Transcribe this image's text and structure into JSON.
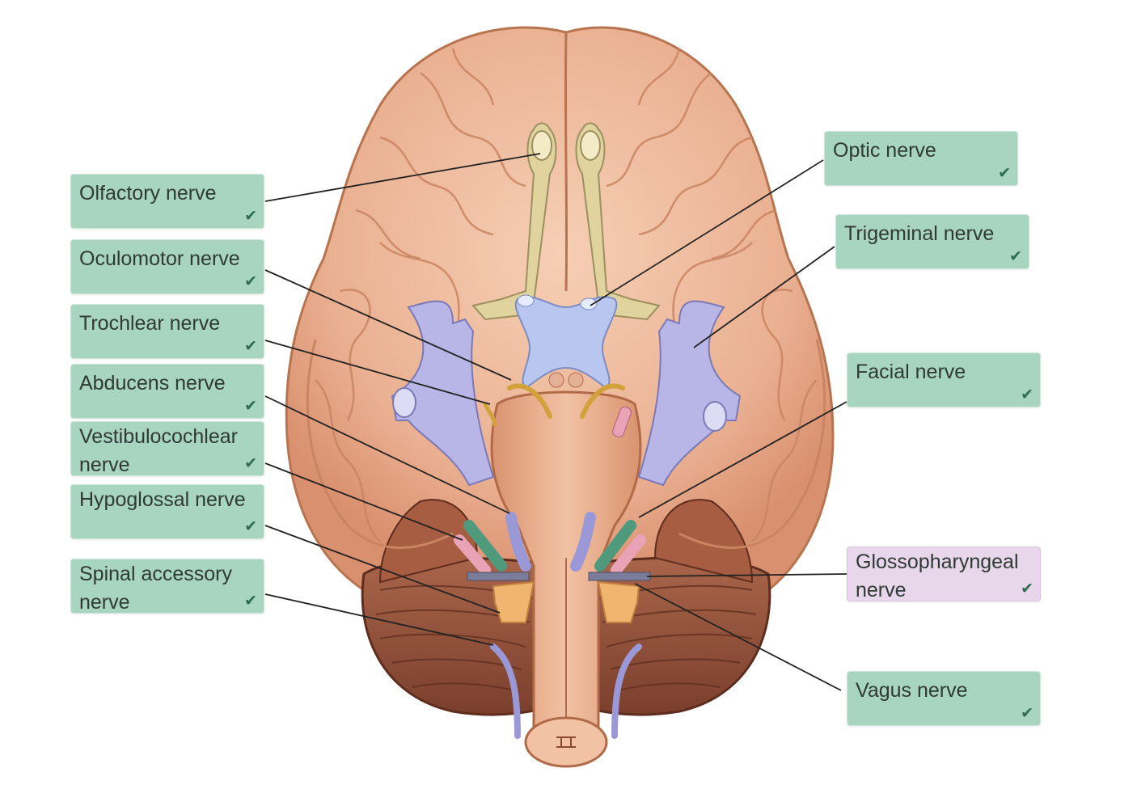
{
  "colors": {
    "correct_bg": "#a8d5bf",
    "selected_bg": "#e8d6ea",
    "check": "#2e6b4f",
    "leader_line": "#222222"
  },
  "labels": [
    {
      "id": "olfactory",
      "text": "Olfactory nerve",
      "state": "correct",
      "icon": "check-icon"
    },
    {
      "id": "oculomotor",
      "text": "Oculomotor nerve",
      "state": "correct",
      "icon": "check-icon"
    },
    {
      "id": "trochlear",
      "text": "Trochlear nerve",
      "state": "correct",
      "icon": "check-icon"
    },
    {
      "id": "abducens",
      "text": "Abducens nerve",
      "state": "correct",
      "icon": "check-icon"
    },
    {
      "id": "vestibulocochlear",
      "text": "Vestibulocochlear nerve",
      "state": "correct",
      "icon": "check-icon"
    },
    {
      "id": "hypoglossal",
      "text": "Hypoglossal nerve",
      "state": "correct",
      "icon": "check-icon"
    },
    {
      "id": "spinal-accessory",
      "text": "Spinal accessory nerve",
      "state": "correct",
      "icon": "check-icon"
    },
    {
      "id": "optic",
      "text": "Optic nerve",
      "state": "correct",
      "icon": "check-icon"
    },
    {
      "id": "trigeminal",
      "text": "Trigeminal nerve",
      "state": "correct",
      "icon": "check-icon"
    },
    {
      "id": "facial",
      "text": "Facial nerve",
      "state": "correct",
      "icon": "check-icon"
    },
    {
      "id": "glossopharyngeal",
      "text": "Glossopharyngeal nerve",
      "state": "selected",
      "icon": "check-icon"
    },
    {
      "id": "vagus",
      "text": "Vagus nerve",
      "state": "correct",
      "icon": "check-icon"
    }
  ]
}
